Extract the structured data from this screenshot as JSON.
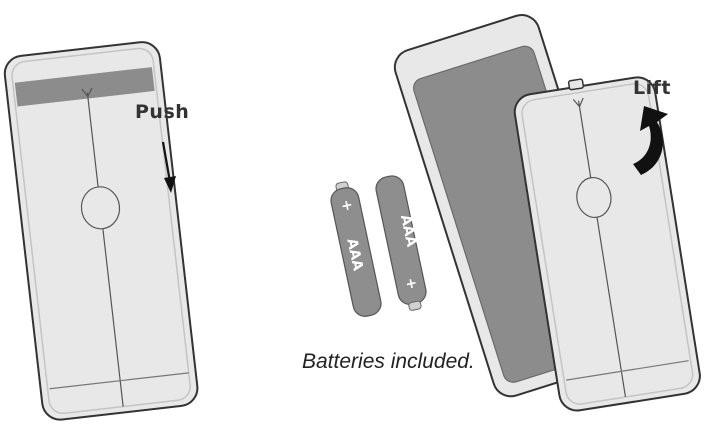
{
  "labels": {
    "push": "Push",
    "lift": "Lift",
    "caption": "Batteries included."
  },
  "batteries": [
    {
      "type_label": "AAA",
      "polarity": "+"
    },
    {
      "type_label": "AAA",
      "polarity": "+"
    }
  ],
  "colors": {
    "remote_body": "#e8e8e8",
    "remote_outline": "#333333",
    "battery_compartment": "#8c8c8c",
    "battery_body": "#8e8e8e",
    "arrow": "#111111"
  },
  "icons": [
    "push-arrow-icon",
    "lift-arrow-icon"
  ]
}
